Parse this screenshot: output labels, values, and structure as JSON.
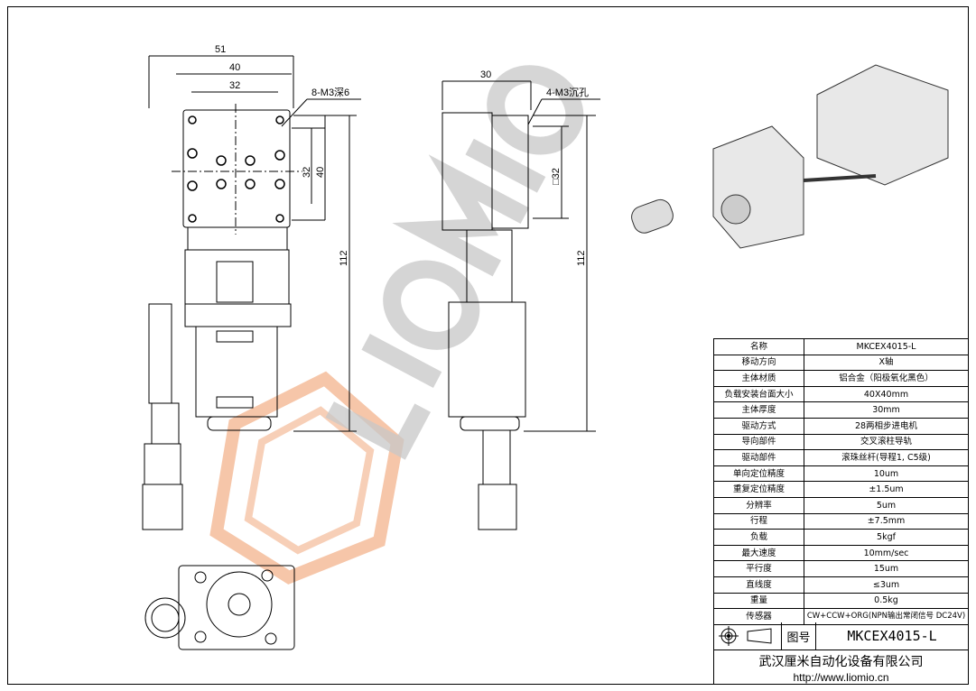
{
  "dimensions": {
    "front": {
      "w51": "51",
      "w40": "40",
      "w32": "32",
      "holes": "8-M3深6",
      "h32": "32",
      "h40": "40",
      "h112": "112"
    },
    "side": {
      "w30": "30",
      "holes": "4-M3沉孔",
      "sq32": "□32",
      "h112": "112"
    }
  },
  "watermark": "LIOMIO",
  "colors": {
    "logo": "#f0a070",
    "watermark": "#c8c8c8"
  },
  "spec_table": [
    {
      "k": "名称",
      "v": "MKCEX4015-L"
    },
    {
      "k": "移动方向",
      "v": "X轴"
    },
    {
      "k": "主体材质",
      "v": "铝合金（阳极氧化黑色）"
    },
    {
      "k": "负载安装台面大小",
      "v": "40X40mm"
    },
    {
      "k": "主体厚度",
      "v": "30mm"
    },
    {
      "k": "驱动方式",
      "v": "28两相步进电机"
    },
    {
      "k": "导向部件",
      "v": "交叉滚柱导轨"
    },
    {
      "k": "驱动部件",
      "v": "滚珠丝杆(导程1, C5级)"
    },
    {
      "k": "单向定位精度",
      "v": "10um"
    },
    {
      "k": "重复定位精度",
      "v": "±1.5um"
    },
    {
      "k": "分辨率",
      "v": "5um"
    },
    {
      "k": "行程",
      "v": "±7.5mm"
    },
    {
      "k": "负载",
      "v": "5kgf"
    },
    {
      "k": "最大速度",
      "v": "10mm/sec"
    },
    {
      "k": "平行度",
      "v": "15um"
    },
    {
      "k": "直线度",
      "v": "≤3um"
    },
    {
      "k": "重量",
      "v": "0.5kg"
    },
    {
      "k": "传感器",
      "v": "CW+CCW+ORG(NPN输出常闭信号 DC24V)"
    }
  ],
  "title_block": {
    "drawing_no_label": "图号",
    "drawing_no": "MKCEX4015-L",
    "company": "武汉厘米自动化设备有限公司",
    "url": "http://www.liomio.cn"
  }
}
